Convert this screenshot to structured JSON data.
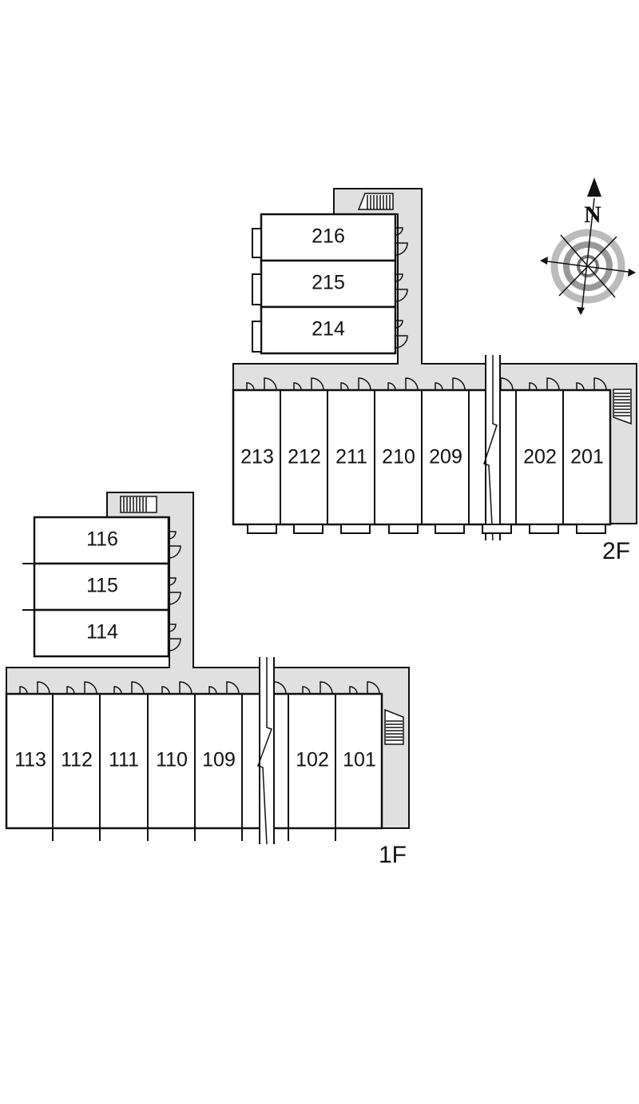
{
  "floors": {
    "second": {
      "label": "2F",
      "wing_units": [
        "216",
        "215",
        "214"
      ],
      "row_units": [
        "213",
        "212",
        "211",
        "210",
        "209",
        "202",
        "201"
      ]
    },
    "first": {
      "label": "1F",
      "wing_units": [
        "116",
        "115",
        "114"
      ],
      "row_units": [
        "113",
        "112",
        "111",
        "110",
        "109",
        "102",
        "101"
      ]
    }
  },
  "compass": {
    "north_label": "N"
  },
  "colors": {
    "corridor": "#e0e0e0",
    "line": "#111111",
    "background": "#ffffff"
  }
}
